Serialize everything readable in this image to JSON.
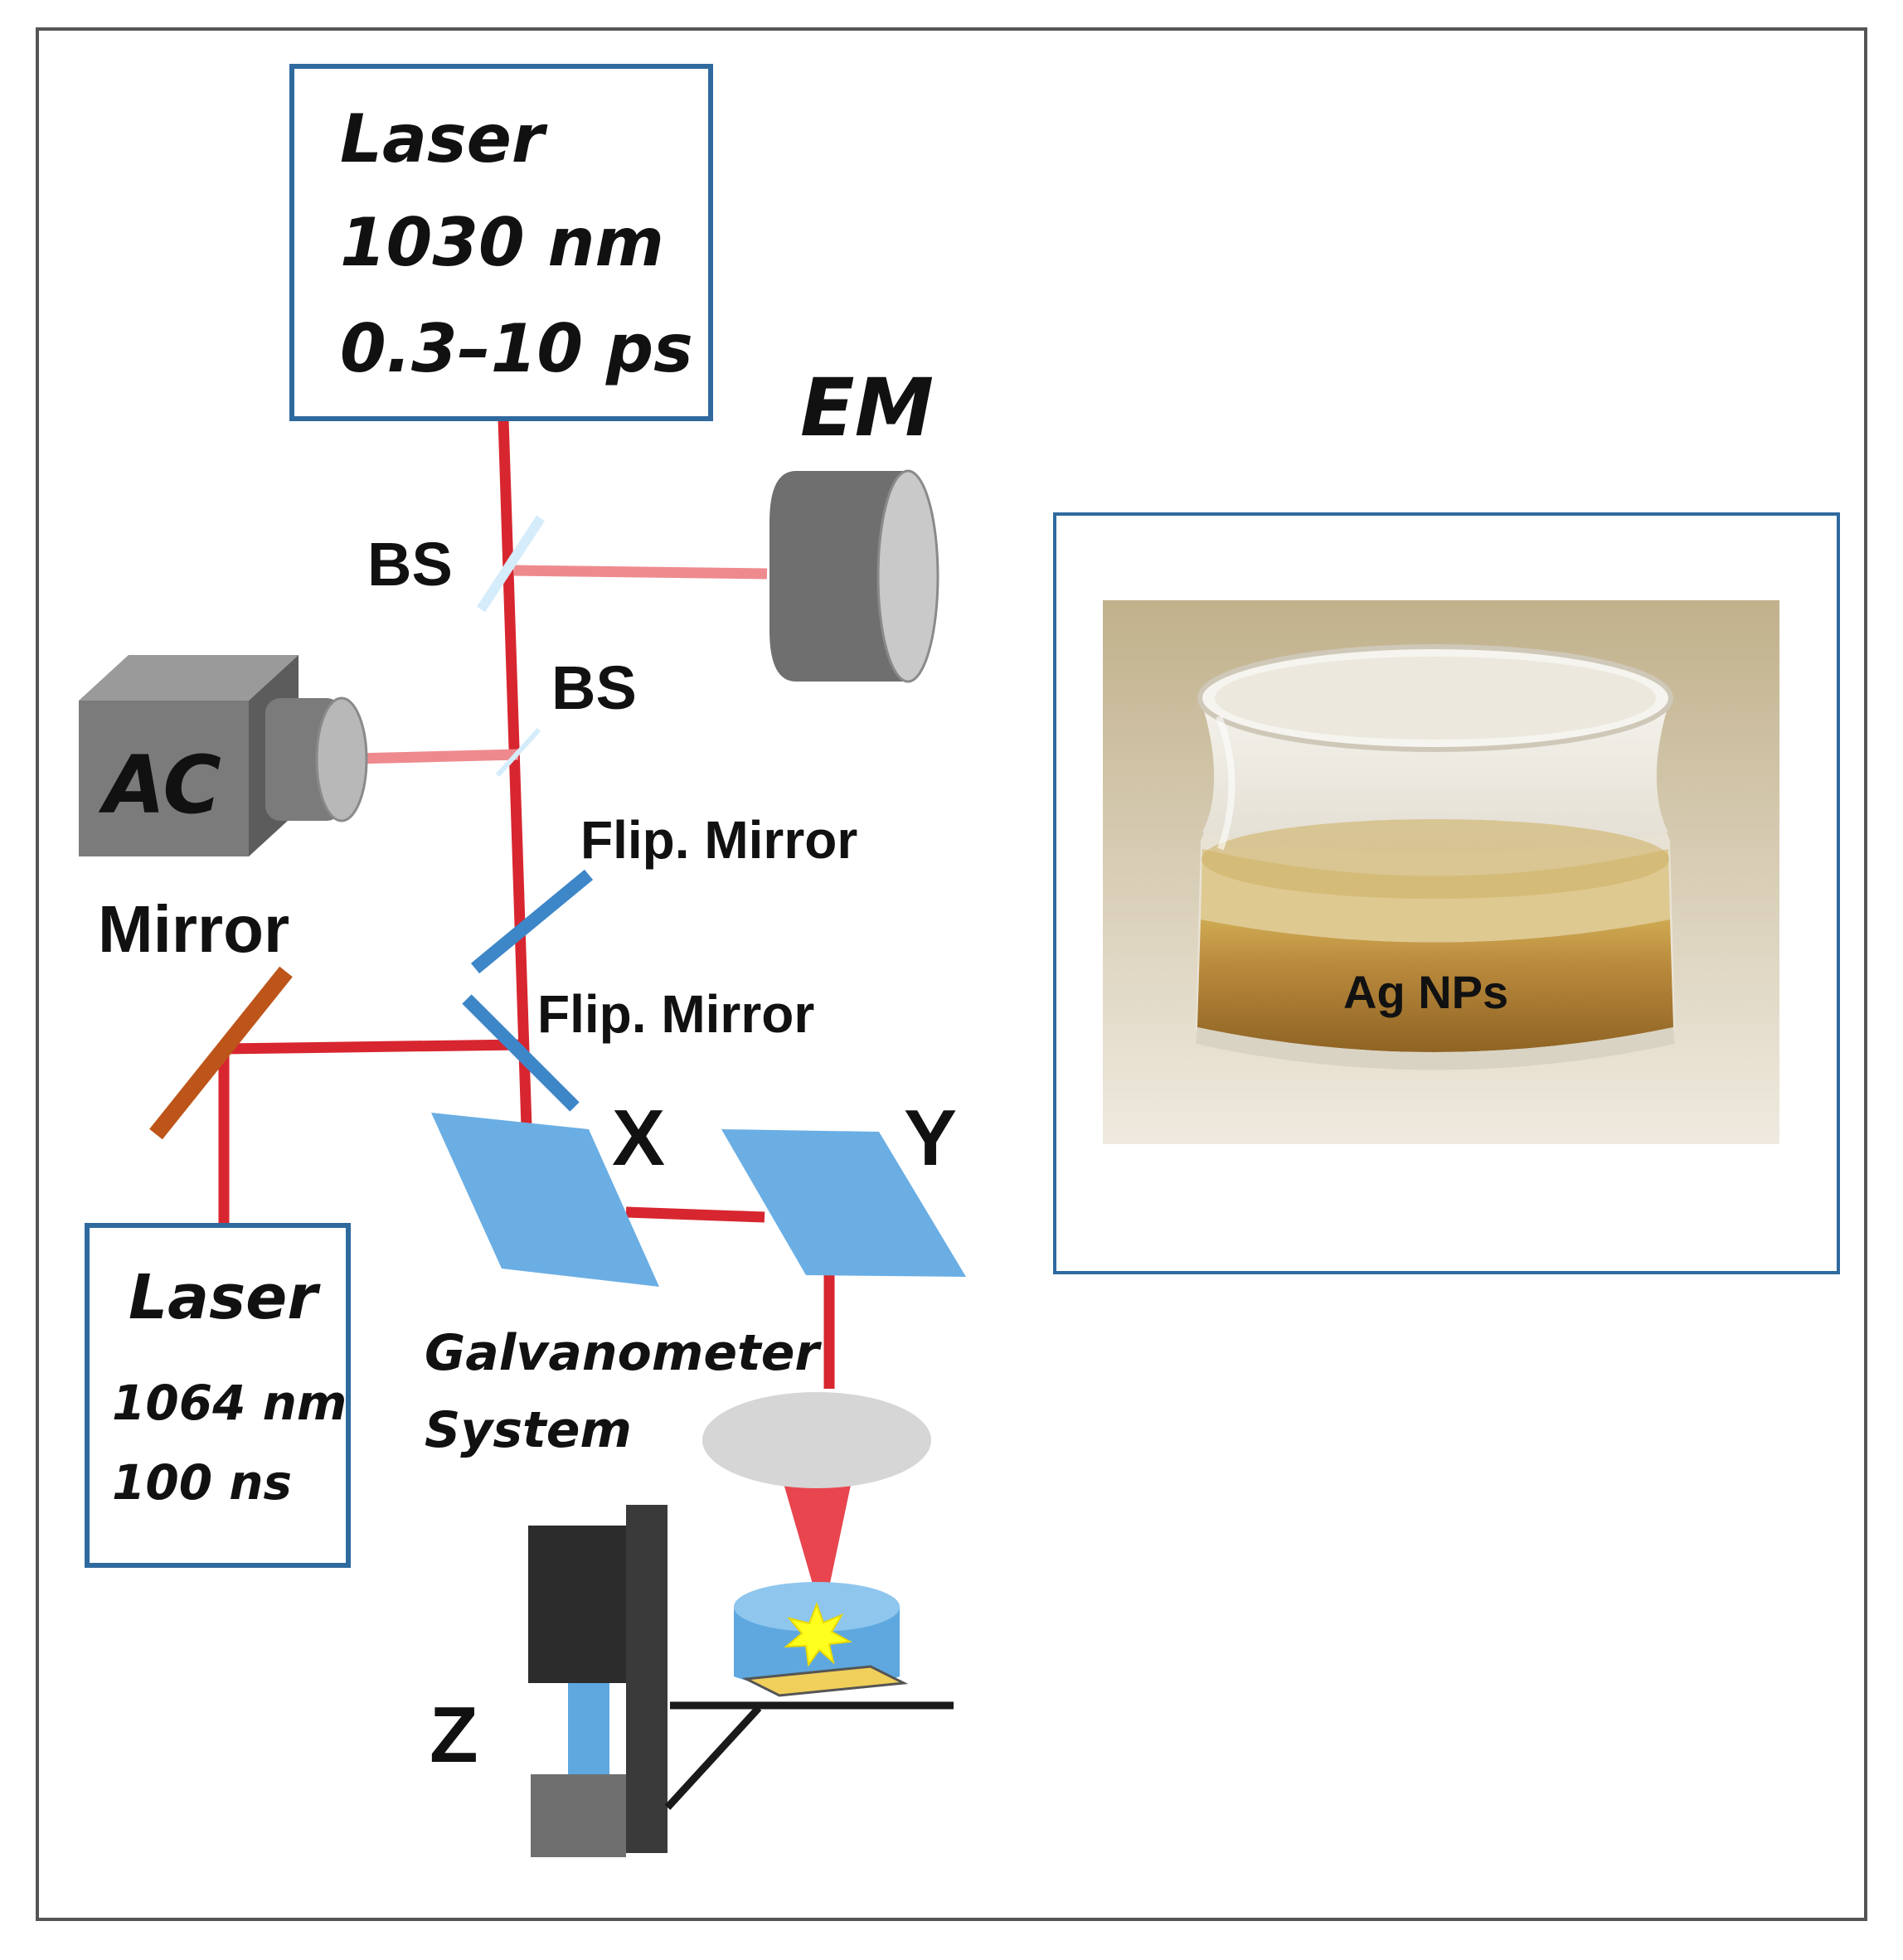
{
  "laser_top": {
    "line1": "Laser",
    "line2": "1030 nm",
    "line3": "0.3–10 ps"
  },
  "laser_bottom": {
    "line1": "Laser",
    "line2": "1064 nm",
    "line3": "100 ns"
  },
  "labels": {
    "em": "EM",
    "ac": "AC",
    "bs_upper": "BS",
    "bs_lower": "BS",
    "flip_mirror_upper": "Flip. Mirror",
    "flip_mirror_lower": "Flip. Mirror",
    "mirror": "Mirror",
    "x": "X",
    "y": "Y",
    "z": "Z",
    "galvo_line1": "Galvanometer",
    "galvo_line2": "System"
  },
  "photo": {
    "label": "Ag NPs"
  },
  "colors": {
    "beam": "#d7262f",
    "beam_weak": "#ee8a8e",
    "box_border": "#2f6a9f",
    "galvo_mirror": "#6aaee4",
    "flip_mirror": "#3d86c8",
    "fixed_mirror": "#d9621f",
    "device_gray": "#6f6f6f",
    "lens_gray": "#d6d6d6"
  }
}
